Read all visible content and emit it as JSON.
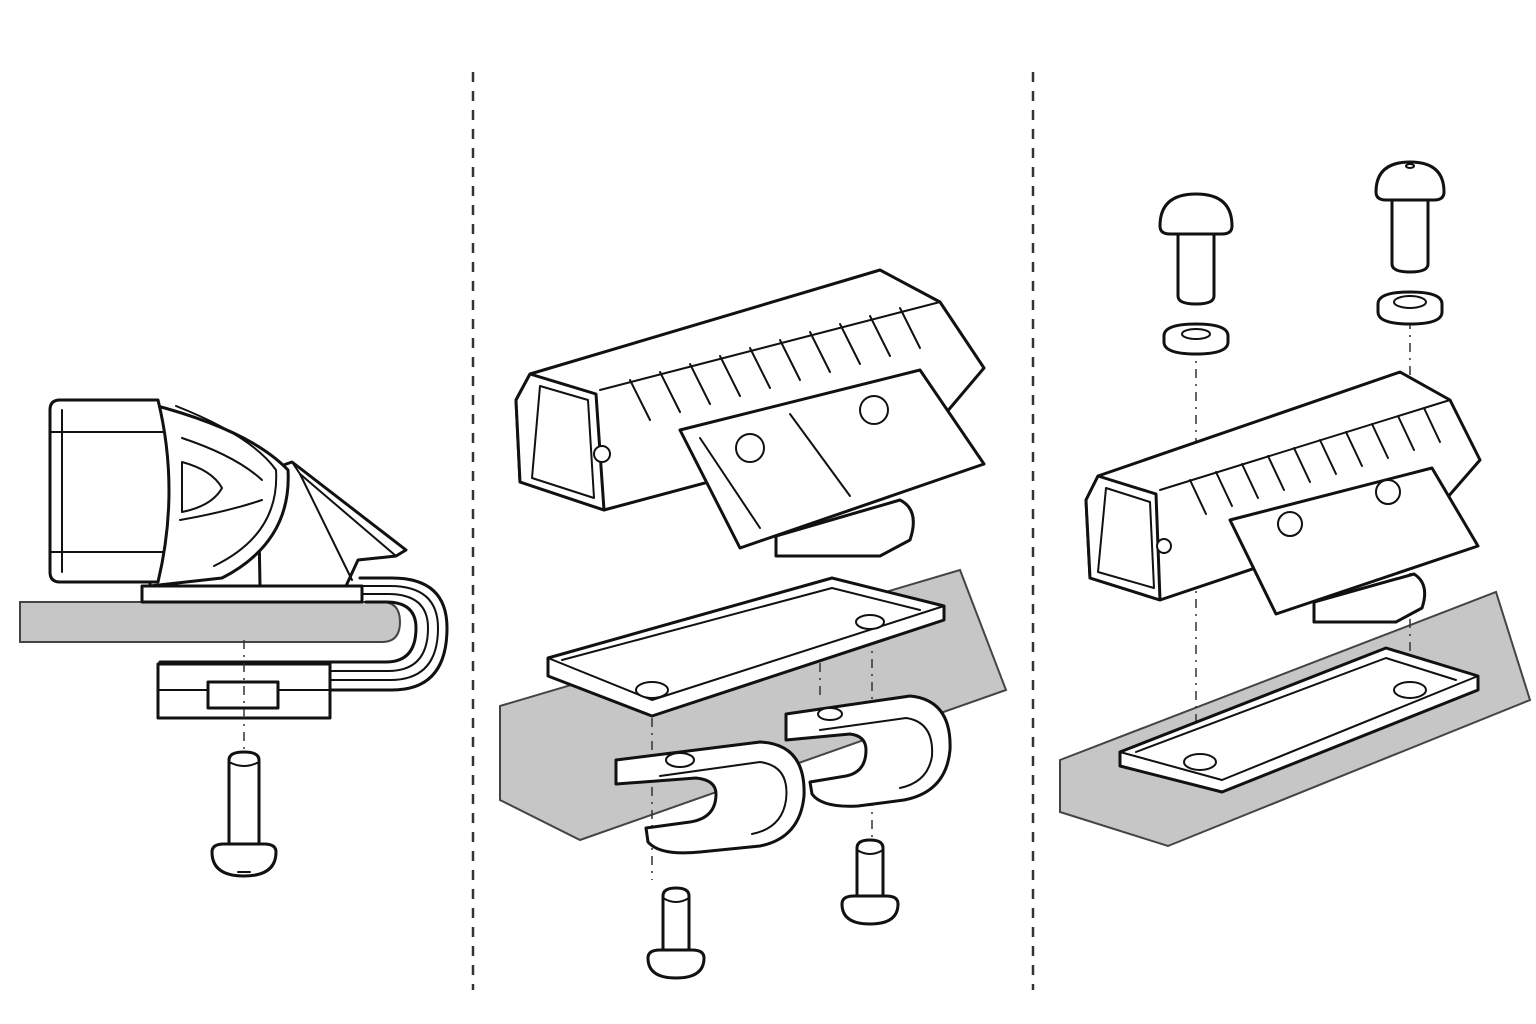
{
  "diagram": {
    "panels": [
      {
        "id": "side-view",
        "label": ""
      },
      {
        "id": "two-bracket-mount",
        "label": ""
      },
      {
        "id": "flat-plate-mount",
        "label": ""
      }
    ]
  }
}
